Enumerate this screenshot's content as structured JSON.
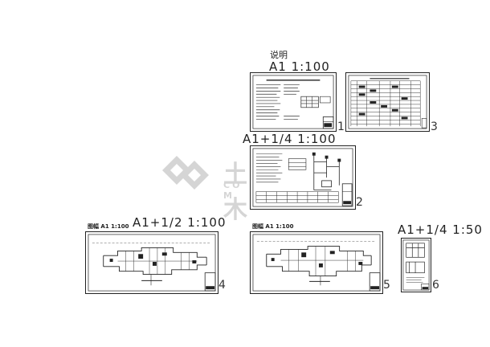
{
  "labels": {
    "notes_title": "说明",
    "scale_1": "A1  1:100",
    "scale_2": "A1+1/4  1:100",
    "scale_4": "A1+1/2  1:100",
    "scale_6": "A1+1/4   1:50"
  },
  "sheets": [
    {
      "number": "1",
      "label": ""
    },
    {
      "number": "2",
      "label": ""
    },
    {
      "number": "3",
      "label": ""
    },
    {
      "number": "4",
      "label": "图幅 A1  1:100"
    },
    {
      "number": "5",
      "label": "图幅 A1  1:100"
    },
    {
      "number": "6",
      "label": ""
    }
  ],
  "watermark": {
    "text": "土木",
    "sub": "CO M"
  },
  "colors": {
    "ink": "#222222",
    "watermark": "#000000"
  }
}
